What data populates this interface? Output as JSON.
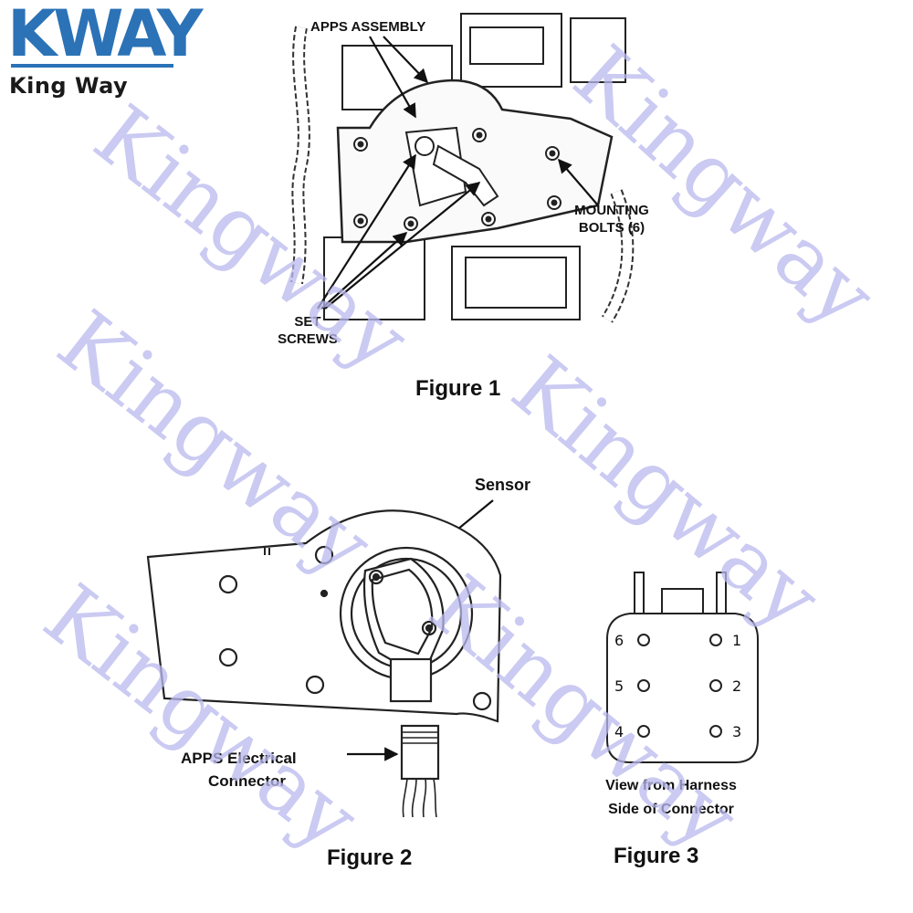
{
  "logo": {
    "mark": "KWAY",
    "name": "King Way"
  },
  "watermark": {
    "text": "Kingway",
    "color": "#b9b9ee"
  },
  "figure1": {
    "caption": "Figure 1",
    "labels": {
      "apps_assembly": "APPS ASSEMBLY",
      "mounting_bolts_line1": "MOUNTING",
      "mounting_bolts_line2": "BOLTS (6)",
      "set_screws_line1": "SET",
      "set_screws_line2": "SCREWS"
    }
  },
  "figure2": {
    "caption": "Figure 2",
    "labels": {
      "sensor": "Sensor",
      "connector_line1": "APPS Electrical",
      "connector_line2": "Connector"
    }
  },
  "figure3": {
    "caption": "Figure 3",
    "pins": {
      "p1": "1",
      "p2": "2",
      "p3": "3",
      "p4": "4",
      "p5": "5",
      "p6": "6"
    },
    "caption_line1": "View from Harness",
    "caption_line2": "Side of Connector"
  },
  "colors": {
    "brand": "#2b72b6",
    "ink": "#111111"
  }
}
